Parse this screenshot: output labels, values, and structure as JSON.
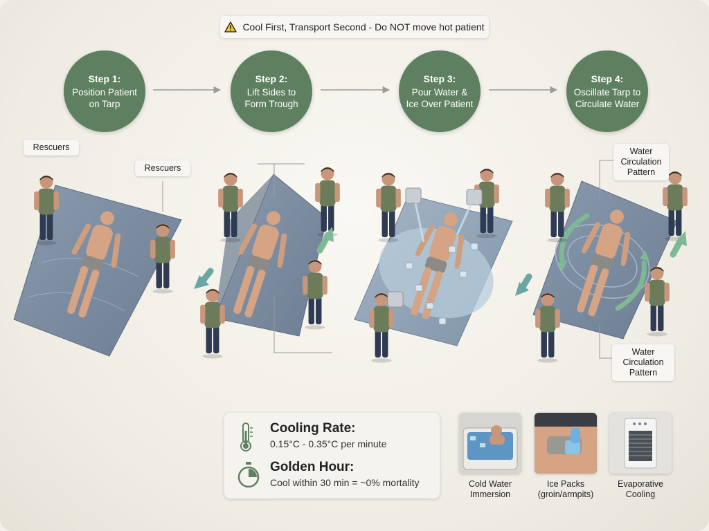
{
  "banner": {
    "icon": "warning-icon",
    "text": "Cool First, Transport Second - Do NOT move hot patient"
  },
  "steps": [
    {
      "title": "Step 1:",
      "text": "Position Patient on Tarp"
    },
    {
      "title": "Step 2:",
      "text": "Lift Sides to Form Trough"
    },
    {
      "title": "Step 3:",
      "text": "Pour Water & Ice Over Patient"
    },
    {
      "title": "Step 4:",
      "text": "Oscillate Tarp to Circulate Water"
    }
  ],
  "callouts": {
    "rescuers_a": "Rescuers",
    "rescuers_b": "Rescuers",
    "water_pattern_top": "Water Circulation Pattern",
    "water_pattern_bottom": "Water Circulation Pattern"
  },
  "metrics": {
    "cooling_rate_title": "Cooling Rate:",
    "cooling_rate_value": "0.15°C - 0.35°C per minute",
    "golden_hour_title": "Golden Hour:",
    "golden_hour_value": "Cool within 30 min = ~0% mortality"
  },
  "alternatives": [
    {
      "label": "Cold Water Immersion",
      "icon": "tub-icon"
    },
    {
      "label": "Ice Packs (groin/armpits)",
      "icon": "ice-pack-icon"
    },
    {
      "label": "Evaporative Cooling",
      "icon": "fan-icon"
    }
  ],
  "colors": {
    "step_green": "#5e8060",
    "tarp_blue": "#7d8ea3",
    "arrow_green": "#7fb894",
    "arrow_teal": "#6aa7a3",
    "shirt_olive": "#6c7c5a",
    "pants_navy": "#2f3b52",
    "skin": "#d4a484"
  }
}
